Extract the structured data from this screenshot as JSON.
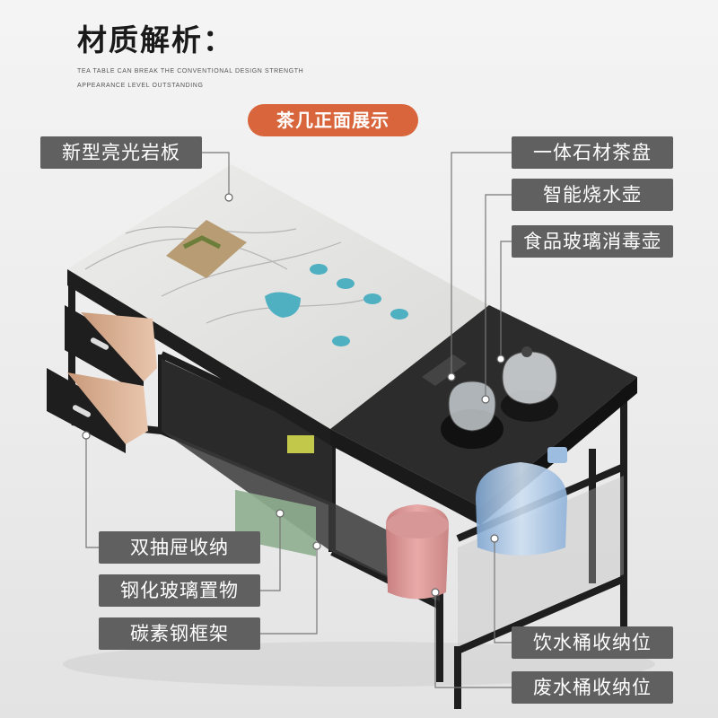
{
  "header": {
    "title": "材质解析：",
    "subtitle_line1": "TEA TABLE CAN BREAK THE CONVENTIONAL DESIGN STRENGTH",
    "subtitle_line2": "APPEARANCE LEVEL OUTSTANDING",
    "badge": "茶几正面展示"
  },
  "callouts": {
    "rock_slab": "新型亮光岩板",
    "stone_tray": "一体石材茶盘",
    "smart_kettle": "智能烧水壶",
    "sterilizer_kettle": "食品玻璃消毒壶",
    "double_drawer": "双抽屉收纳",
    "glass_shelf": "钢化玻璃置物",
    "carbon_frame": "碳素钢框架",
    "water_bucket": "饮水桶收纳位",
    "waste_bucket": "废水桶收纳位"
  },
  "colors": {
    "accent": "#d8653c",
    "label_bg": "#606060",
    "frame": "#1e1e1e",
    "marble": "#e4e4e2"
  }
}
